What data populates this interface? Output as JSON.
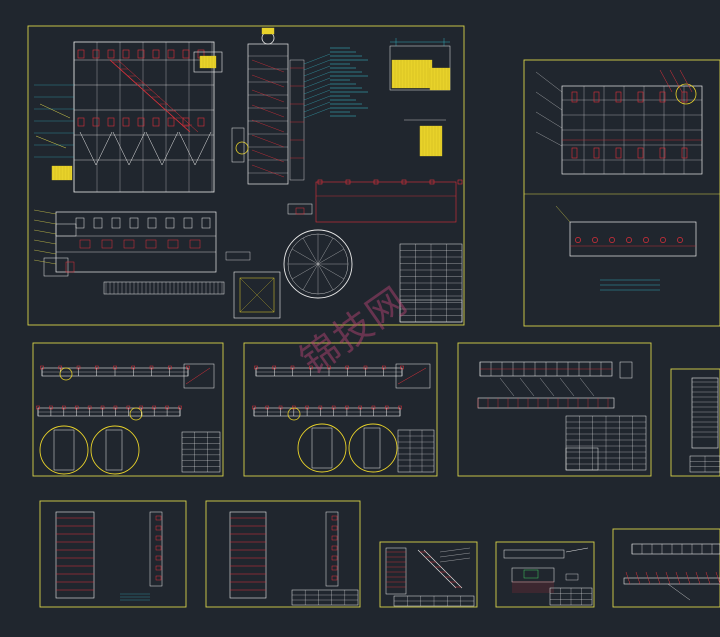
{
  "watermark": "锦技网",
  "colors": {
    "background": "#20262e",
    "frame": "#d8d24a",
    "structure": "#e9e9e9",
    "red": "#e0303a",
    "cyan": "#36c8d8",
    "yellow_fill": "#e8d22a",
    "green": "#40d060"
  },
  "sheets": [
    {
      "name": "main-assembly-sheet"
    },
    {
      "name": "right-top-sheet"
    },
    {
      "name": "beam-sheet-1"
    },
    {
      "name": "beam-sheet-2"
    },
    {
      "name": "beam-sheet-3"
    },
    {
      "name": "partial-right-sheet"
    },
    {
      "name": "panel-sheet-1"
    },
    {
      "name": "panel-sheet-2"
    },
    {
      "name": "stair-sheet"
    },
    {
      "name": "small-detail-sheet"
    },
    {
      "name": "partial-bottom-right-sheet"
    }
  ]
}
